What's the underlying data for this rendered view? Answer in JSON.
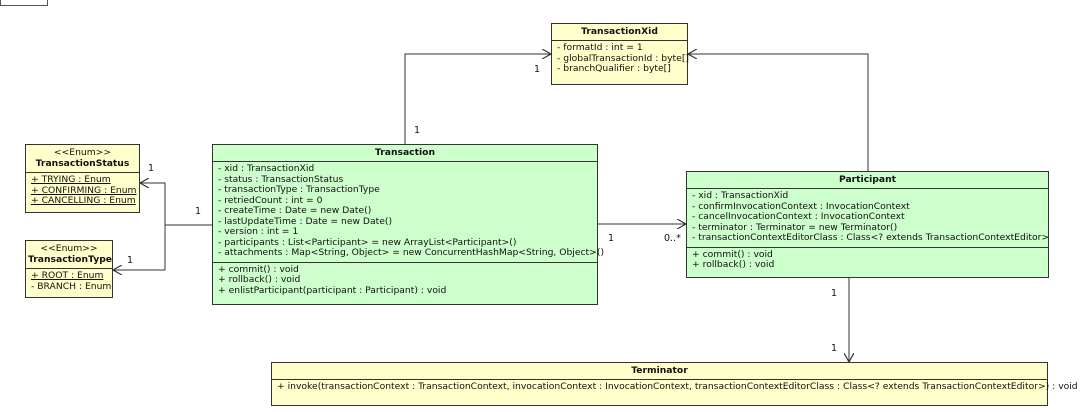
{
  "classes": {
    "transaction_xid": {
      "name": "TransactionXid",
      "attributes": [
        "- formatId : int = 1",
        "- globalTransactionId : byte[]",
        "- branchQualifier : byte[]"
      ]
    },
    "transaction_status": {
      "stereotype": "<<Enum>>",
      "name": "TransactionStatus",
      "literals": [
        "+ TRYING : Enum",
        "+ CONFIRMING : Enum",
        "+ CANCELLING : Enum"
      ]
    },
    "transaction_type": {
      "stereotype": "<<Enum>>",
      "name": "TransactionType",
      "literals": [
        "+ ROOT : Enum",
        "- BRANCH : Enum"
      ]
    },
    "transaction": {
      "name": "Transaction",
      "attributes": [
        "- xid : TransactionXid",
        "- status : TransactionStatus",
        "- transactionType : TransactionType",
        "- retriedCount : int = 0",
        "- createTime : Date = new Date()",
        "- lastUpdateTime : Date = new Date()",
        "- version : int = 1",
        "- participants : List<Participant> = new ArrayList<Participant>()",
        "- attachments : Map<String, Object> = new ConcurrentHashMap<String, Object>()"
      ],
      "operations": [
        "+ commit() : void",
        "+ rollback() : void",
        "+ enlistParticipant(participant : Participant) : void"
      ]
    },
    "participant": {
      "name": "Participant",
      "attributes": [
        "- xid : TransactionXid",
        "- confirmInvocationContext : InvocationContext",
        "- cancelInvocationContext : InvocationContext",
        "- terminator : Terminator = new Terminator()",
        "- transactionContextEditorClass : Class<? extends TransactionContextEditor>"
      ],
      "operations": [
        "+ commit() : void",
        "+ rollback() : void"
      ]
    },
    "terminator": {
      "name": "Terminator",
      "operations": [
        "+ invoke(transactionContext : TransactionContext, invocationContext : InvocationContext, transactionContextEditorClass : Class<? extends TransactionContextEditor>) : void"
      ]
    }
  },
  "multiplicities": {
    "xid_near_txid": "1",
    "xid_near_transaction": "1",
    "status_near_enum": "1",
    "type_near_enum": "1",
    "enums_near_transaction": "1",
    "participants_near_transaction": "1",
    "participants_near_participant": "0..*",
    "terminator_near_participant": "1",
    "terminator_near_terminator": "1"
  },
  "colors": {
    "class_fill_yellow": "#ffffcc",
    "class_fill_green": "#ccffcc",
    "line": "#333333"
  }
}
